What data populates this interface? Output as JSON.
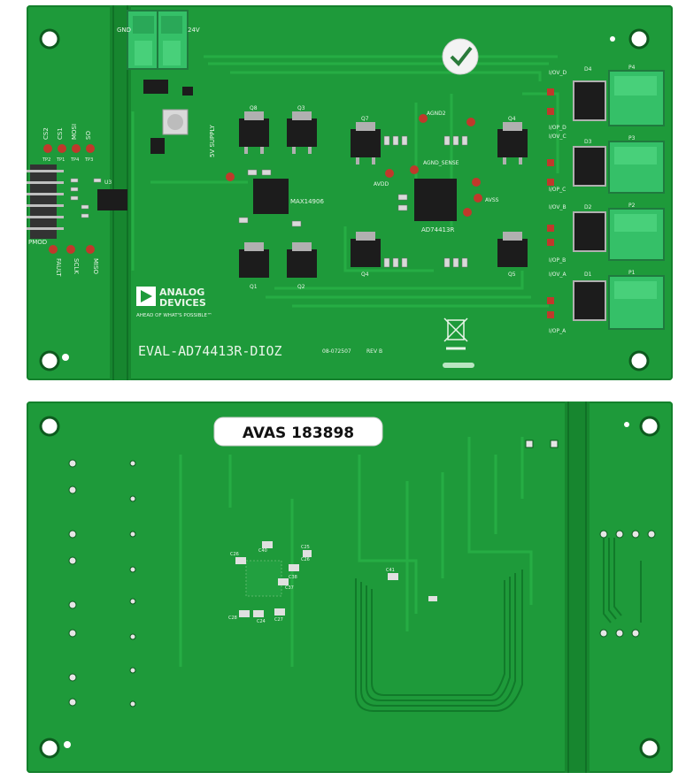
{
  "top_board": {
    "connector_labels": {
      "left": "GND",
      "right": "24V"
    },
    "supply_label": "5V SUPPLY",
    "chips": {
      "u3": "U3",
      "max": "MAX14906",
      "ad": "AD74413R"
    },
    "transistors": [
      "Q8",
      "Q3",
      "Q7",
      "Q4",
      "Q1",
      "Q2",
      "Q4",
      "Q5"
    ],
    "nets": {
      "agnd2": "AGND2",
      "agnd_sense": "AGND_SENSE",
      "avdd": "AVDD",
      "avss": "AVSS"
    },
    "left_pins_top": [
      "CS2",
      "CS1",
      "MOSI",
      "SO"
    ],
    "left_pins_top_tp": [
      "TP2",
      "TP1",
      "TP4",
      "TP3"
    ],
    "left_pins_bottom": [
      "FAULT",
      "SCLK",
      "MISO"
    ],
    "pmod_label": "PMOD",
    "right_channels": [
      {
        "diode": "D4",
        "connector": "P4",
        "io_top": "I/OV_D",
        "io_bottom": "I/OP_D"
      },
      {
        "diode": "D3",
        "connector": "P3",
        "io_top": "I/OV_C",
        "io_bottom": "I/OP_C"
      },
      {
        "diode": "D2",
        "connector": "P2",
        "io_top": "I/OV_B",
        "io_bottom": "I/OP_B"
      },
      {
        "diode": "D1",
        "connector": "P1",
        "io_top": "I/OV_A",
        "io_bottom": "I/OP_A"
      }
    ],
    "logo": {
      "line1": "ANALOG",
      "line2": "DEVICES",
      "tagline": "AHEAD OF WHAT'S POSSIBLE™"
    },
    "board_name": "EVAL-AD74413R-DIOZ",
    "part_number": "08-072507",
    "revision": "REV B"
  },
  "bottom_board": {
    "label": "AVAS 183898",
    "component_labels": [
      "C28",
      "C24",
      "C40",
      "C38",
      "C37",
      "C25",
      "C26",
      "C27",
      "C26",
      "C41"
    ]
  },
  "colors": {
    "pcb_green": "#1e9a3a",
    "terminal_green": "#35c068",
    "chip_black": "#1c1c1c",
    "hole_white": "#ffffff"
  }
}
